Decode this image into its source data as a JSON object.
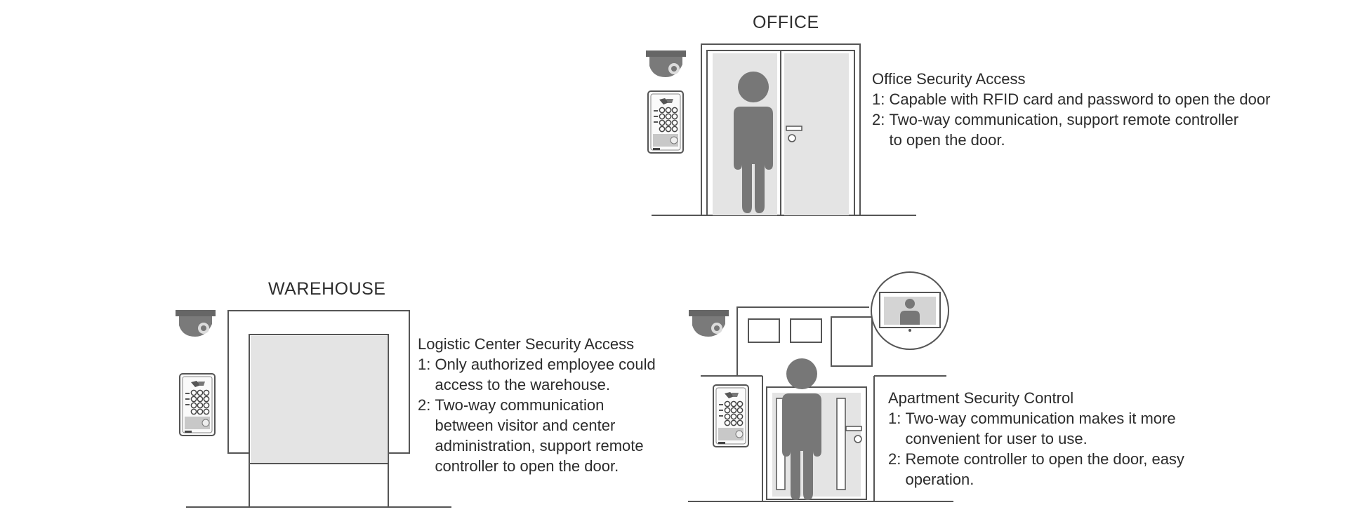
{
  "scenes": {
    "office": {
      "title": "OFFICE",
      "heading": "Office Security Access",
      "items": [
        {
          "num": "1: ",
          "lines": [
            "Capable with RFID card and password to open the door"
          ]
        },
        {
          "num": "2: ",
          "lines": [
            "Two-way communication, support remote controller",
            "to open the door."
          ]
        }
      ]
    },
    "warehouse": {
      "title": "WAREHOUSE",
      "heading": "Logistic Center Security Access",
      "items": [
        {
          "num": "1: ",
          "lines": [
            "Only authorized employee could",
            "access to the warehouse."
          ]
        },
        {
          "num": "2: ",
          "lines": [
            "Two-way communication",
            "between visitor and center",
            "administration, support remote",
            "controller to open the door."
          ]
        }
      ]
    },
    "apartment": {
      "heading": "Apartment Security Control",
      "items": [
        {
          "num": "1: ",
          "lines": [
            "Two-way communication makes it more",
            "convenient for user to use."
          ]
        },
        {
          "num": "2: ",
          "lines": [
            "Remote controller to open the door, easy",
            "operation."
          ]
        }
      ]
    }
  },
  "colors": {
    "line": "#555555",
    "fill_light": "#e4e4e4",
    "person": "#777777",
    "camera": "#6e6e6e"
  },
  "icons": [
    "dome-camera-icon",
    "keypad-icon",
    "person-icon",
    "monitor-icon"
  ]
}
